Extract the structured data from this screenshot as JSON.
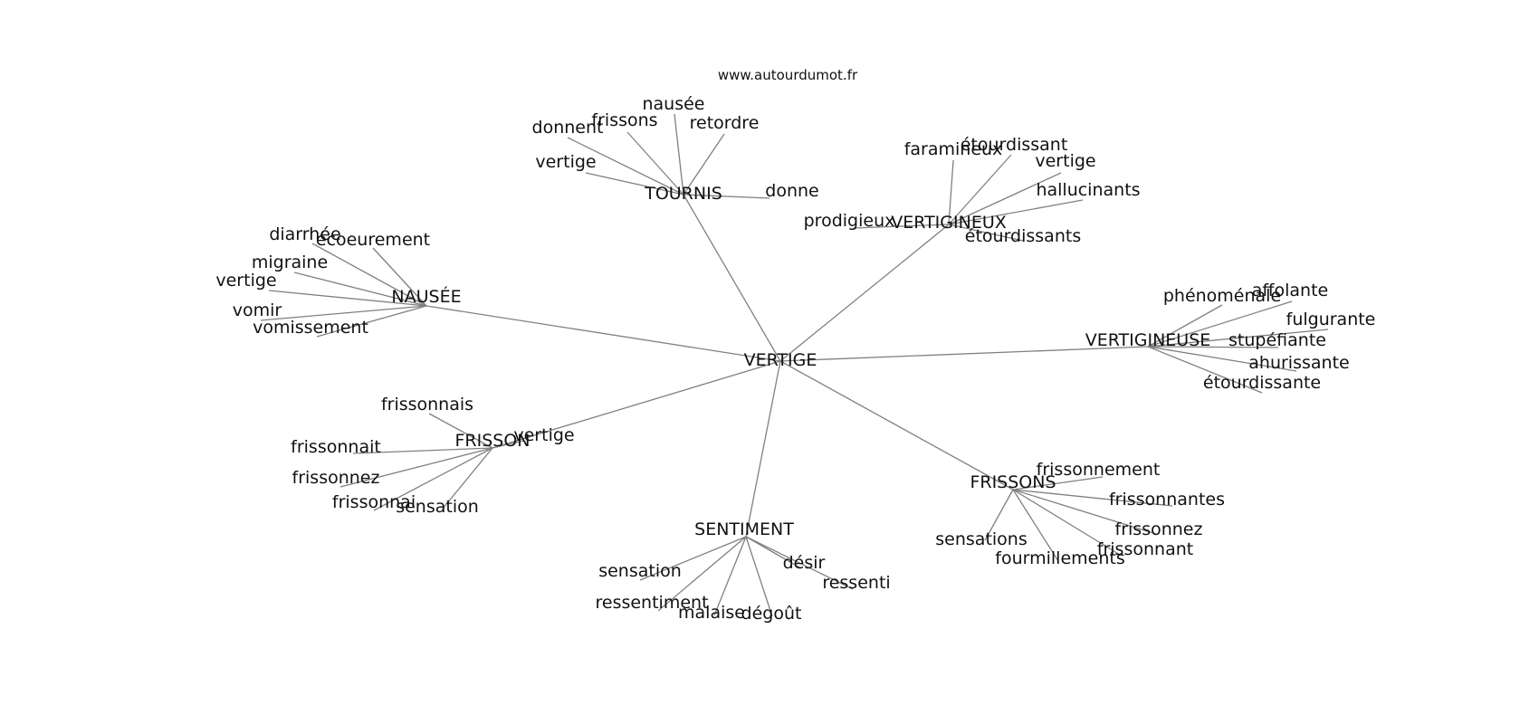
{
  "site": "www.autourdumot.fr",
  "graph": {
    "root": {
      "id": "vertige",
      "label": "VERTIGE"
    },
    "hubs": [
      {
        "id": "tournis",
        "label": "TOURNIS",
        "leaves": [
          {
            "id": "tournis-donnent",
            "label": "donnent"
          },
          {
            "id": "tournis-frissons",
            "label": "frissons"
          },
          {
            "id": "tournis-nausee",
            "label": "nausée"
          },
          {
            "id": "tournis-retordre",
            "label": "retordre"
          },
          {
            "id": "tournis-vertige",
            "label": "vertige"
          },
          {
            "id": "tournis-donne",
            "label": "donne"
          }
        ]
      },
      {
        "id": "vertigineux",
        "label": "VERTIGINEUX",
        "leaves": [
          {
            "id": "vertigineux-faramineux",
            "label": "faramineux"
          },
          {
            "id": "vertigineux-etourdissant",
            "label": "étourdissant"
          },
          {
            "id": "vertigineux-vertige",
            "label": "vertige"
          },
          {
            "id": "vertigineux-hallucinants",
            "label": "hallucinants"
          },
          {
            "id": "vertigineux-prodigieux",
            "label": "prodigieux"
          },
          {
            "id": "vertigineux-etourdissants",
            "label": "étourdissants"
          }
        ]
      },
      {
        "id": "nausee",
        "label": "NAUSÉE",
        "leaves": [
          {
            "id": "nausee-diarrhee",
            "label": "diarrhée"
          },
          {
            "id": "nausee-ecoeurement",
            "label": "écoeurement"
          },
          {
            "id": "nausee-migraine",
            "label": "migraine"
          },
          {
            "id": "nausee-vertige",
            "label": "vertige"
          },
          {
            "id": "nausee-vomir",
            "label": "vomir"
          },
          {
            "id": "nausee-vomissement",
            "label": "vomissement"
          }
        ]
      },
      {
        "id": "vertigineuse",
        "label": "VERTIGINEUSE",
        "leaves": [
          {
            "id": "vertigineuse-phenomenale",
            "label": "phénoménale"
          },
          {
            "id": "vertigineuse-affolante",
            "label": "affolante"
          },
          {
            "id": "vertigineuse-fulgurante",
            "label": "fulgurante"
          },
          {
            "id": "vertigineuse-stupefiante",
            "label": "stupéfiante"
          },
          {
            "id": "vertigineuse-ahurissante",
            "label": "ahurissante"
          },
          {
            "id": "vertigineuse-etourdissante",
            "label": "étourdissante"
          }
        ]
      },
      {
        "id": "frisson",
        "label": "FRISSON",
        "leaves": [
          {
            "id": "frisson-frissonnais",
            "label": "frissonnais"
          },
          {
            "id": "frisson-vertige",
            "label": "vertige"
          },
          {
            "id": "frisson-frissonnait",
            "label": "frissonnait"
          },
          {
            "id": "frisson-frissonnez",
            "label": "frissonnez"
          },
          {
            "id": "frisson-frissonnai",
            "label": "frissonnai"
          },
          {
            "id": "frisson-sensation",
            "label": "sensation"
          }
        ]
      },
      {
        "id": "frissons",
        "label": "FRISSONS",
        "leaves": [
          {
            "id": "frissons-frissonnement",
            "label": "frissonnement"
          },
          {
            "id": "frissons-frissonnantes",
            "label": "frissonnantes"
          },
          {
            "id": "frissons-sensations",
            "label": "sensations"
          },
          {
            "id": "frissons-frissonnez",
            "label": "frissonnez"
          },
          {
            "id": "frissons-fourmillements",
            "label": "fourmillements"
          },
          {
            "id": "frissons-frissonnant",
            "label": "frissonnant"
          }
        ]
      },
      {
        "id": "sentiment",
        "label": "SENTIMENT",
        "leaves": [
          {
            "id": "sentiment-sensation",
            "label": "sensation"
          },
          {
            "id": "sentiment-desir",
            "label": "désir"
          },
          {
            "id": "sentiment-ressenti",
            "label": "ressenti"
          },
          {
            "id": "sentiment-ressentiment",
            "label": "ressentiment"
          },
          {
            "id": "sentiment-malaise",
            "label": "malaise"
          },
          {
            "id": "sentiment-degout",
            "label": "dégoût"
          }
        ]
      }
    ]
  }
}
